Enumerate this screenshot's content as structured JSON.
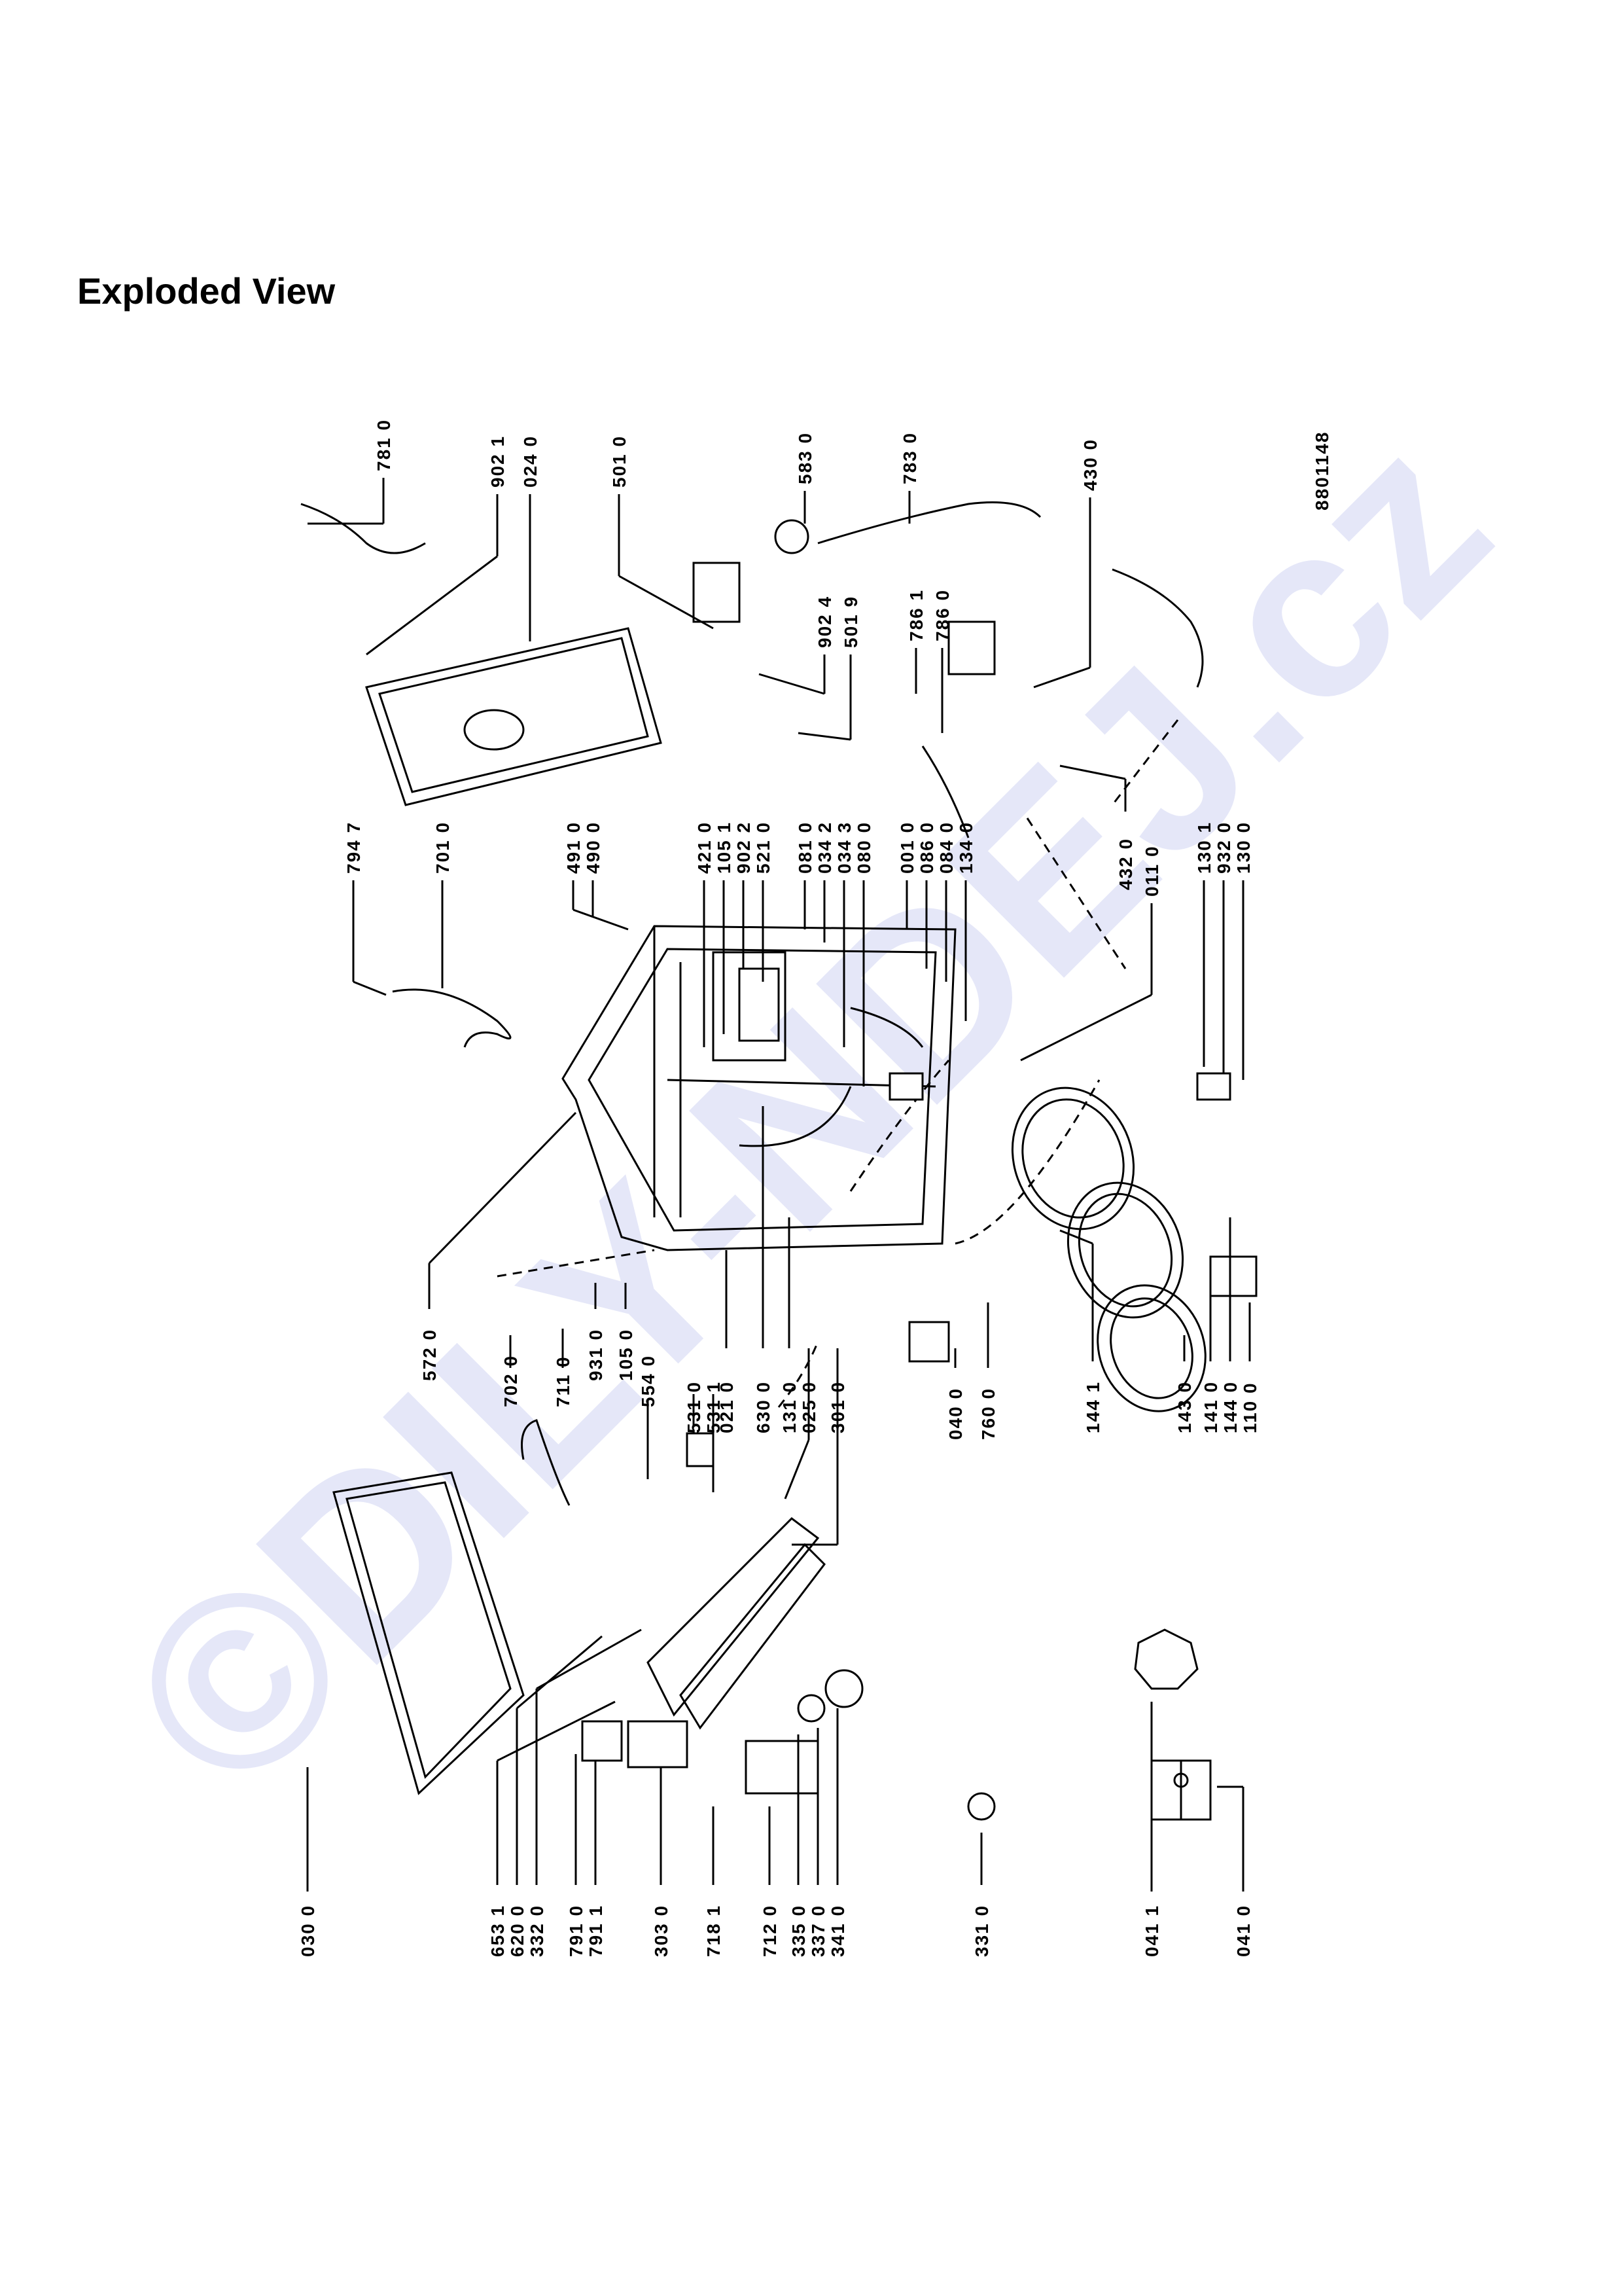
{
  "title": "Exploded View",
  "drawing_number": "8801148",
  "watermark": "©DILY-NDEJ.cz",
  "labels": {
    "l7810": "781 0",
    "l9021": "902 1",
    "l0240": "024 0",
    "l5010": "501 0",
    "l5830": "583 0",
    "l7830": "783 0",
    "l4300": "430 0",
    "l9024": "902 4",
    "l5019": "501 9",
    "l7861": "786 1",
    "l7860": "786 0",
    "l4320": "432 0",
    "l0110": "011 0",
    "l7947": "794 7",
    "l7010": "701 0",
    "l4910": "491 0",
    "l4900": "490 0",
    "l4210": "421 0",
    "l1051": "105 1",
    "l9022": "902 2",
    "l5210": "521 0",
    "l0810": "081 0",
    "l0342": "034 2",
    "l0343": "034 3",
    "l0800": "080 0",
    "l0010": "001 0",
    "l0860": "086 0",
    "l0840": "084 0",
    "l1340": "134 0",
    "l1301": "130 1",
    "l9320": "932 0",
    "l1300": "130 0",
    "l5720": "572 0",
    "l7020": "702 0",
    "l7110": "711 0",
    "l9310": "931 0",
    "l1050": "105 0",
    "l5540": "554 0",
    "l5310": "531 0",
    "l5311": "531 1",
    "l0210": "021 0",
    "l6300": "630 0",
    "l1310": "131 0",
    "l0250": "025 0",
    "l3010": "301 0",
    "l0400": "040 0",
    "l7600": "760 0",
    "l1441": "144 1",
    "l1430": "143 0",
    "l1410": "141 0",
    "l1440": "144 0",
    "l1100": "110 0",
    "l0300": "030 0",
    "l6531": "653 1",
    "l6200": "620 0",
    "l3320": "332 0",
    "l7910": "791 0",
    "l7911": "791 1",
    "l3030": "303 0",
    "l7181": "718 1",
    "l7120": "712 0",
    "l3350": "335 0",
    "l3370": "337 0",
    "l3410": "341 0",
    "l3310": "331 0",
    "l0411": "041 1",
    "l0410": "041 0"
  }
}
